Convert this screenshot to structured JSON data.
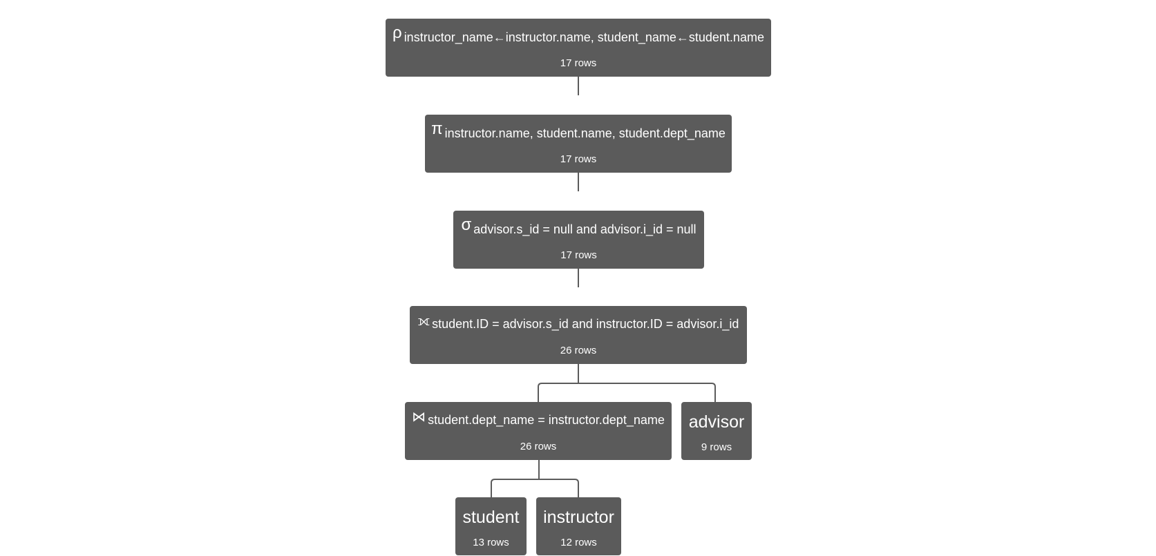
{
  "diagram": {
    "nodes": {
      "rename": {
        "symbol": "ρ",
        "label": "instructor_name←instructor.name, student_name←student.name",
        "rows": "17 rows"
      },
      "project": {
        "symbol": "π",
        "label": "instructor.name, student.name, student.dept_name",
        "rows": "17 rows"
      },
      "select": {
        "symbol": "σ",
        "label": "advisor.s_id = null and advisor.i_id = null",
        "rows": "17 rows"
      },
      "outerjoin": {
        "symbol": "⟗",
        "label": "student.ID = advisor.s_id and instructor.ID = advisor.i_id",
        "rows": "26 rows"
      },
      "join": {
        "symbol": "⋈",
        "label": "student.dept_name = instructor.dept_name",
        "rows": "26 rows"
      },
      "advisor": {
        "label": "advisor",
        "rows": "9 rows"
      },
      "student": {
        "label": "student",
        "rows": "13 rows"
      },
      "instructor": {
        "label": "instructor",
        "rows": "12 rows"
      }
    },
    "colors": {
      "node_fill": "#5b5b5b",
      "node_text": "#ffffff",
      "edge": "#5b5b5b",
      "background": "#ffffff"
    }
  }
}
